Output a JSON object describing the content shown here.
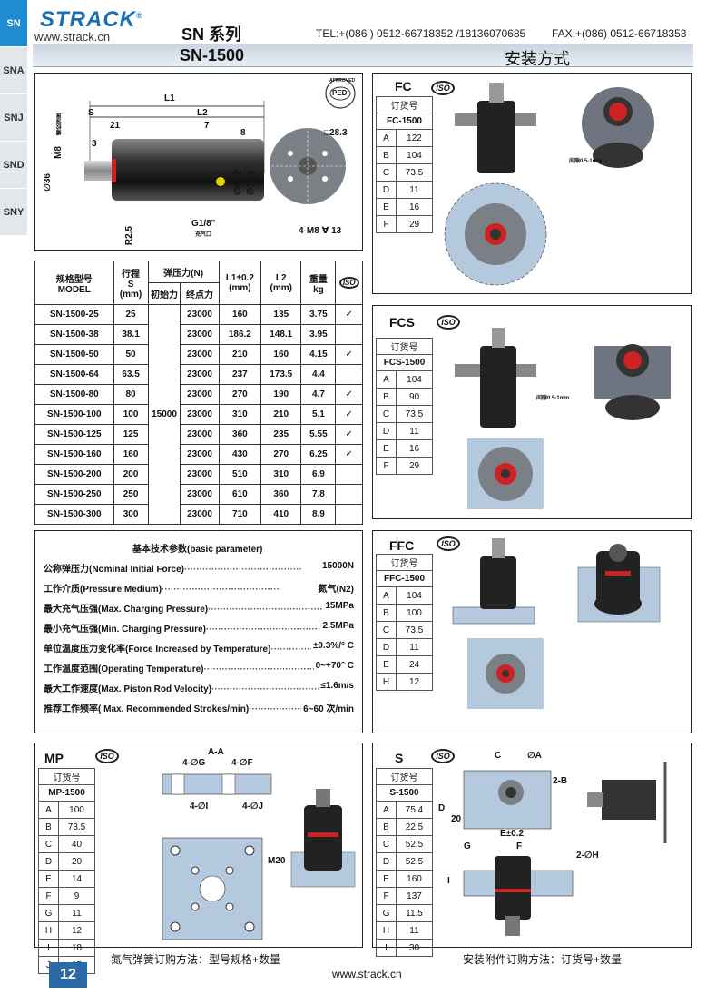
{
  "header": {
    "logo": "STRACK",
    "logo_mark": "®",
    "website": "www.strack.cn",
    "series": "SN 系列",
    "contact": "TEL:+(086 ) 0512-66718352 /18136070685",
    "fax": "FAX:+(086) 0512-66718353",
    "model": "SN-1500",
    "section": "安装方式"
  },
  "side_tabs": [
    "SN",
    "SNA",
    "SNJ",
    "SND",
    "SNY"
  ],
  "drawing": {
    "dims": [
      "L1",
      "S",
      "L2",
      "21",
      "7",
      "8",
      "3",
      "M8",
      "36",
      "65.2",
      "75.2",
      "28.3",
      "G1/8\"",
      "R2.5",
      "4-M8",
      "13"
    ],
    "ped": "PED",
    "ped_top": "APPROVED",
    "vent_note": "充气口",
    "thread_note": "螺纹深度"
  },
  "spec_table": {
    "headers": {
      "model_cn": "规格型号",
      "model_en": "MODEL",
      "stroke_cn": "行程",
      "stroke_s": "S",
      "stroke_unit": "(mm)",
      "force": "弹压力(N)",
      "force_initial": "初始力",
      "force_end": "终点力",
      "l1": "L1±0.2",
      "l1_unit": "(mm)",
      "l2": "L2",
      "l2_unit": "(mm)",
      "weight_cn": "重量",
      "weight_unit": "kg",
      "iso": "ISO"
    },
    "initial_force": "15000",
    "rows": [
      {
        "model": "SN-1500-25",
        "s": "25",
        "end": "23000",
        "l1": "160",
        "l2": "135",
        "kg": "3.75",
        "iso": "✓"
      },
      {
        "model": "SN-1500-38",
        "s": "38.1",
        "end": "23000",
        "l1": "186.2",
        "l2": "148.1",
        "kg": "3.95",
        "iso": ""
      },
      {
        "model": "SN-1500-50",
        "s": "50",
        "end": "23000",
        "l1": "210",
        "l2": "160",
        "kg": "4.15",
        "iso": "✓"
      },
      {
        "model": "SN-1500-64",
        "s": "63.5",
        "end": "23000",
        "l1": "237",
        "l2": "173.5",
        "kg": "4.4",
        "iso": ""
      },
      {
        "model": "SN-1500-80",
        "s": "80",
        "end": "23000",
        "l1": "270",
        "l2": "190",
        "kg": "4.7",
        "iso": "✓"
      },
      {
        "model": "SN-1500-100",
        "s": "100",
        "end": "23000",
        "l1": "310",
        "l2": "210",
        "kg": "5.1",
        "iso": "✓"
      },
      {
        "model": "SN-1500-125",
        "s": "125",
        "end": "23000",
        "l1": "360",
        "l2": "235",
        "kg": "5.55",
        "iso": "✓"
      },
      {
        "model": "SN-1500-160",
        "s": "160",
        "end": "23000",
        "l1": "430",
        "l2": "270",
        "kg": "6.25",
        "iso": "✓"
      },
      {
        "model": "SN-1500-200",
        "s": "200",
        "end": "23000",
        "l1": "510",
        "l2": "310",
        "kg": "6.9",
        "iso": ""
      },
      {
        "model": "SN-1500-250",
        "s": "250",
        "end": "23000",
        "l1": "610",
        "l2": "360",
        "kg": "7.8",
        "iso": ""
      },
      {
        "model": "SN-1500-300",
        "s": "300",
        "end": "23000",
        "l1": "710",
        "l2": "410",
        "kg": "8.9",
        "iso": ""
      }
    ]
  },
  "params": {
    "title": "基本技术参数(basic parameter)",
    "items": [
      {
        "label": "公称弹压力(Nominal Initial Force)",
        "value": "15000N"
      },
      {
        "label": "工作介质(Pressure Medium)",
        "value": "氮气(N2)"
      },
      {
        "label": "最大充气压强(Max. Charging Pressure)",
        "value": "15MPa"
      },
      {
        "label": "最小充气压强(Min. Charging Pressure)",
        "value": "2.5MPa"
      },
      {
        "label": "单位温度压力变化率(Force Increased by Temperature)",
        "value": "±0.3%/° C"
      },
      {
        "label": "工作温度范围(Operating Temperature)",
        "value": "0~+70° C"
      },
      {
        "label": "最大工作速度(Max. Piston Rod Velocity)",
        "value": "≤1.6m/s"
      },
      {
        "label": "推荐工作频率( Max. Recommended Strokes/min)",
        "value": "6~60 次/min"
      }
    ]
  },
  "mounts": {
    "order_label": "订货号",
    "iso": "ISO",
    "fc": {
      "title": "FC",
      "code": "FC-1500",
      "rows": [
        [
          "A",
          "122"
        ],
        [
          "B",
          "104"
        ],
        [
          "C",
          "73.5"
        ],
        [
          "D",
          "11"
        ],
        [
          "E",
          "16"
        ],
        [
          "F",
          "29"
        ]
      ],
      "note": "间隙0.5-1mm"
    },
    "fcs": {
      "title": "FCS",
      "code": "FCS-1500",
      "rows": [
        [
          "A",
          "104"
        ],
        [
          "B",
          "90"
        ],
        [
          "C",
          "73.5"
        ],
        [
          "D",
          "11"
        ],
        [
          "E",
          "16"
        ],
        [
          "F",
          "29"
        ]
      ],
      "note": "间隙0.5-1mm"
    },
    "ffc": {
      "title": "FFC",
      "code": "FFC-1500",
      "rows": [
        [
          "A",
          "104"
        ],
        [
          "B",
          "100"
        ],
        [
          "C",
          "73.5"
        ],
        [
          "D",
          "11"
        ],
        [
          "E",
          "24"
        ],
        [
          "H",
          "12"
        ]
      ]
    },
    "mp": {
      "title": "MP",
      "code": "MP-1500",
      "rows": [
        [
          "A",
          "100"
        ],
        [
          "B",
          "73.5"
        ],
        [
          "C",
          "40"
        ],
        [
          "D",
          "20"
        ],
        [
          "E",
          "14"
        ],
        [
          "F",
          "9"
        ],
        [
          "G",
          "11"
        ],
        [
          "H",
          "12"
        ],
        [
          "I",
          "18"
        ],
        [
          "J",
          "15"
        ]
      ],
      "section": "A-A",
      "thread": "M20",
      "holes": [
        "4-∅G",
        "4-∅F",
        "4-∅I",
        "4-∅J"
      ]
    },
    "s": {
      "title": "S",
      "code": "S-1500",
      "rows": [
        [
          "A",
          "75.4"
        ],
        [
          "B",
          "22.5"
        ],
        [
          "C",
          "52.5"
        ],
        [
          "D",
          "52.5"
        ],
        [
          "E",
          "160"
        ],
        [
          "F",
          "137"
        ],
        [
          "G",
          "11.5"
        ],
        [
          "H",
          "11"
        ],
        [
          "I",
          "30"
        ]
      ],
      "dims": [
        "C",
        "∅A",
        "2-B",
        "D",
        "20",
        "E±0.2",
        "G",
        "F",
        "2-∅H",
        "I"
      ]
    }
  },
  "footer": {
    "order_spring": "氮气弹簧订购方法：型号规格+数量",
    "order_accessory": "安装附件订购方法：订货号+数量",
    "page": "12",
    "website": "www.strack.cn"
  }
}
